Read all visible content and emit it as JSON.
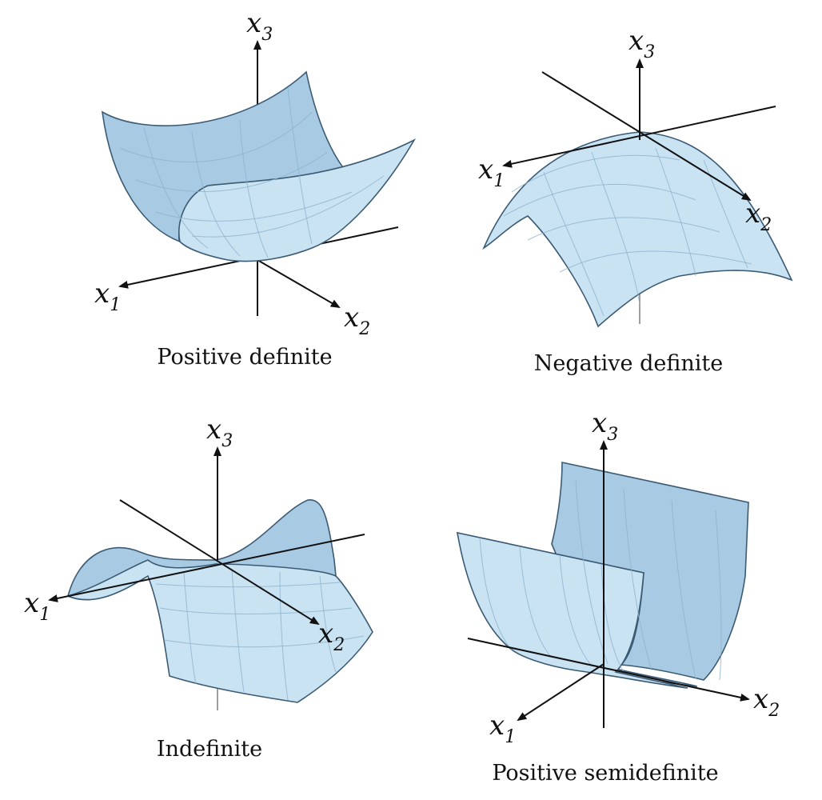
{
  "panels": [
    {
      "caption": "Positive definite",
      "x1": "x",
      "x1_sub": "1",
      "x2": "x",
      "x2_sub": "2",
      "x3": "x",
      "x3_sub": "3"
    },
    {
      "caption": "Negative definite",
      "x1": "x",
      "x1_sub": "1",
      "x2": "x",
      "x2_sub": "2",
      "x3": "x",
      "x3_sub": "3"
    },
    {
      "caption": "Indefinite",
      "x1": "x",
      "x1_sub": "1",
      "x2": "x",
      "x2_sub": "2",
      "x3": "x",
      "x3_sub": "3"
    },
    {
      "caption": "Positive semidefinite",
      "x1": "x",
      "x1_sub": "1",
      "x2": "x",
      "x2_sub": "2",
      "x3": "x",
      "x3_sub": "3"
    }
  ],
  "colors": {
    "surface": "#c9e3f3",
    "surface_edge": "#3b5a73",
    "axis": "#111111"
  }
}
